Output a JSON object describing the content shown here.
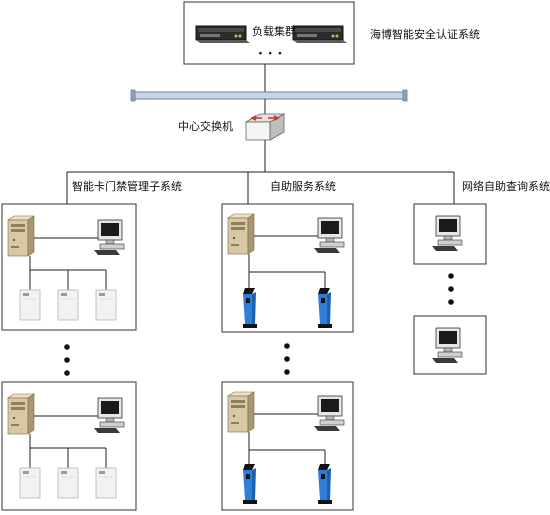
{
  "top": {
    "cluster_label": "负载集群",
    "system_label": "海博智能安全认证系统",
    "ellipsis": "· · ·"
  },
  "core": {
    "switch_label": "中心交换机"
  },
  "branches": {
    "access": {
      "label": "智能卡门禁管理子系统"
    },
    "self_service": {
      "label": "自助服务系统"
    },
    "query": {
      "label": "网络自助查询系统"
    }
  },
  "colors": {
    "line": "#222222",
    "backbone_fill": "#c9d3e6",
    "backbone_stroke": "#6a7fa6",
    "switch_arrow": "#c0392b",
    "kiosk_blue": "#2f7fd8",
    "server_body": "#d8c8a6",
    "door_panel": "#f2f2f2"
  },
  "icons": [
    "rack-server-icon",
    "network-switch-icon",
    "tower-server-icon",
    "desktop-computer-icon",
    "door-controller-icon",
    "kiosk-icon"
  ]
}
